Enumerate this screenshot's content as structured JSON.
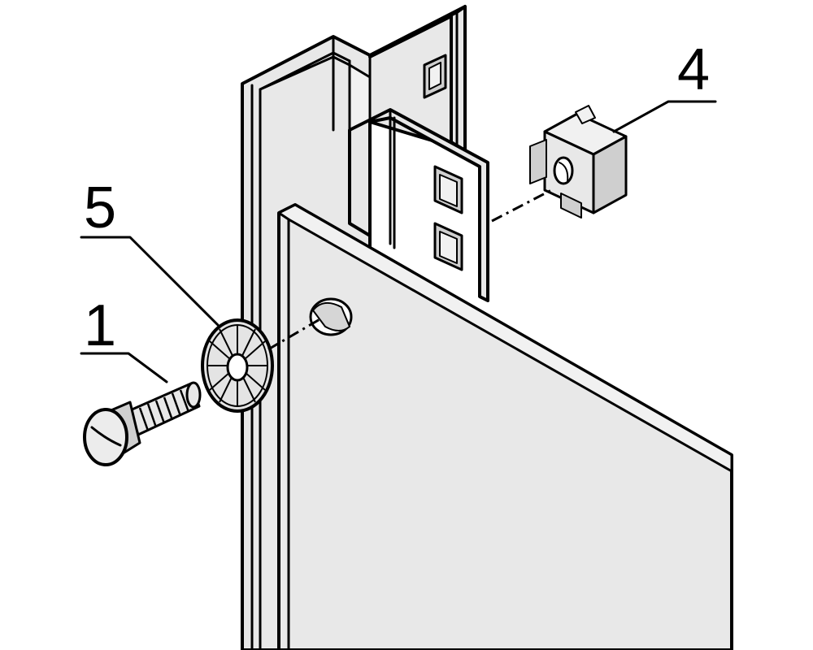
{
  "diagram": {
    "callouts": [
      {
        "id": "callout-1",
        "label": "1"
      },
      {
        "id": "callout-5",
        "label": "5"
      },
      {
        "id": "callout-4",
        "label": "4"
      }
    ],
    "colors": {
      "line": "#000000",
      "surface": "#e8e8e8",
      "shade": "#cfcfcf",
      "background": "#ffffff"
    }
  }
}
